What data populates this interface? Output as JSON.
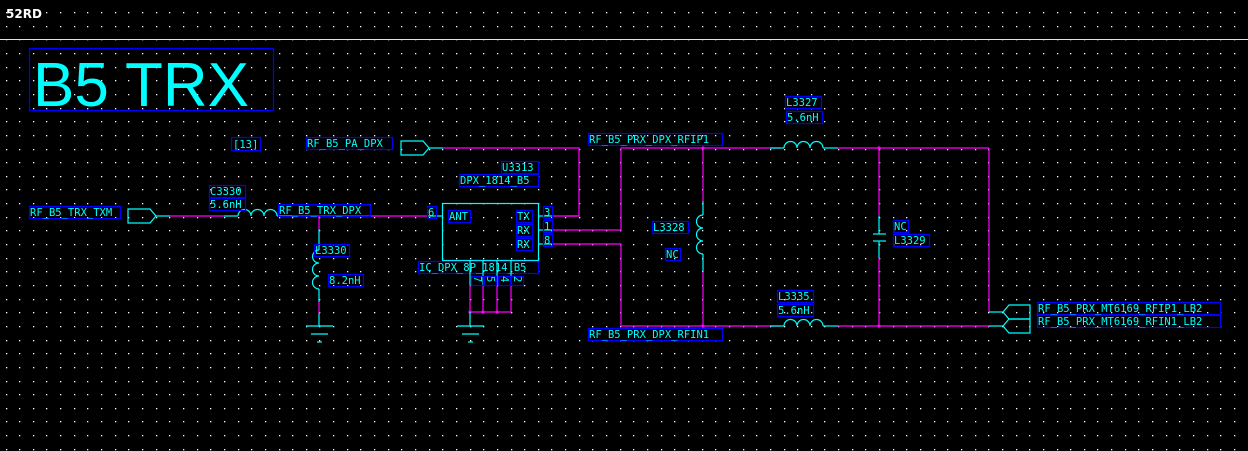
{
  "sheet": {
    "tag": "52RD",
    "title": "B5 TRX",
    "colors": {
      "background": "#000000",
      "wire": "#ff00ff",
      "symbol": "#00ffff",
      "label_box": "#0000ff",
      "border": "#ffff00",
      "grid": "#ffffff"
    }
  },
  "ports": {
    "tx_in": "RF_B5_TRX_TXM",
    "pa_dpx": "RF_B5_PA_DPX",
    "out_p": "RF_B5_PRX_MT6169_RFIP1_LB2",
    "out_n": "RF_B5_PRX_MT6169_RFIN1_LB2"
  },
  "sheet_ref": "[13]",
  "nets": {
    "trx_dpx": "RF_B5_TRX_DPX",
    "rfip1": "RF_B5_PRX_DPX_RFIP1",
    "rfin1": "RF_B5_PRX_DPX_RFIN1"
  },
  "components": {
    "c3330": {
      "ref": "C3330",
      "value": "5.6nH"
    },
    "l3330": {
      "ref": "L3330",
      "value": "8.2nH"
    },
    "l3327": {
      "ref": "L3327",
      "value": "5.6nH"
    },
    "l3328": {
      "ref": "L3328",
      "value": "NC"
    },
    "l3329": {
      "ref": "L3329",
      "value": "NC"
    },
    "l3335": {
      "ref": "L3335",
      "value": "5.6nH"
    },
    "u3313": {
      "ref": "U3313",
      "part": "DPX_1814_B5",
      "footprint": "IC_DPX_8P_1814_B5",
      "pins": {
        "ant_name": "ANT",
        "ant_num": "6",
        "tx_name": "TX",
        "tx_num": "3",
        "rx1_name": "RX",
        "rx1_num": "1",
        "rx2_name": "RX",
        "rx2_num": "8",
        "gnd": [
          "7",
          "5",
          "4",
          "2"
        ]
      }
    }
  }
}
